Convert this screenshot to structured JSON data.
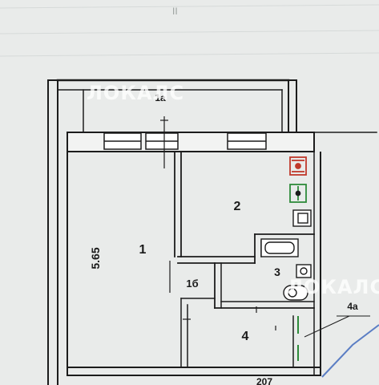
{
  "plan": {
    "rooms": [
      {
        "id": "balcony",
        "label": "1a"
      },
      {
        "id": "room1",
        "label": "1"
      },
      {
        "id": "room2",
        "label": "2"
      },
      {
        "id": "room3",
        "label": "3"
      },
      {
        "id": "room4",
        "label": "4"
      },
      {
        "id": "room1b",
        "label": "1б"
      },
      {
        "id": "room4a",
        "label": "4a"
      }
    ],
    "dimensions": {
      "left": "5.65",
      "bottom": "207"
    },
    "top_margin_text": "II"
  },
  "watermark": {
    "text": "ЛОКАЛС"
  },
  "colors": {
    "background": "#e9ebea",
    "wall": "#1c1c1c",
    "stove_red": "#c0392b",
    "green_marks": "#2e8b3a",
    "pointer_blue": "#5b7ec4"
  }
}
